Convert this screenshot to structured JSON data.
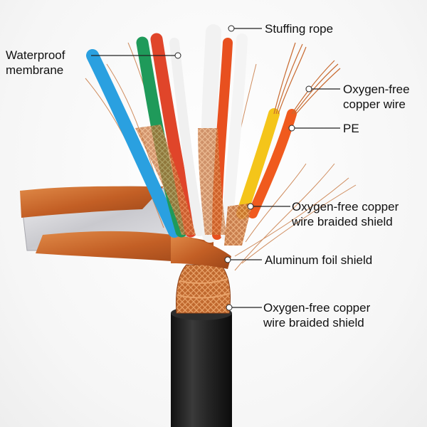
{
  "labels": {
    "stuffing_rope": "Stuffing rope",
    "waterproof_membrane": [
      "Waterproof",
      "membrane"
    ],
    "oxygen_free_copper_wire": [
      "Oxygen-free",
      "copper wire"
    ],
    "pe": "PE",
    "braided_shield_inner": [
      "Oxygen-free copper",
      "wire braided shield"
    ],
    "aluminum_foil_shield": "Aluminum foil shield",
    "braided_shield_outer": [
      "Oxygen-free copper",
      "wire braided shield"
    ]
  },
  "colors": {
    "copper": "#c8682e",
    "foil": "#d8d8dc",
    "jacket": "#222222",
    "blue_core": "#2aa0e0",
    "green_core": "#1f9a5a",
    "red_core": "#e0452a",
    "white_core": "#ececec",
    "yellow_core": "#f4c51a",
    "orange_core": "#f05a1e"
  }
}
